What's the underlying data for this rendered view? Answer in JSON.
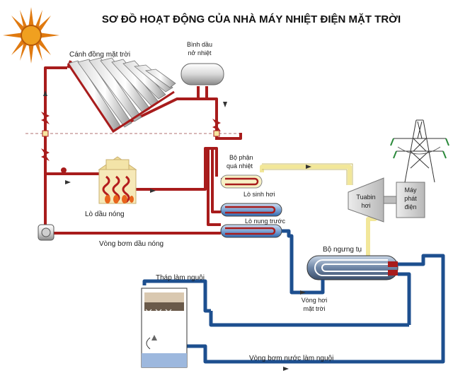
{
  "title": "SƠ ĐỒ HOẠT ĐỘNG CỦA NHÀ MÁY NHIỆT ĐIỆN MẶT TRỜI",
  "labels": {
    "solar_field": "Cánh đồng mặt trời",
    "expansion_tank_l1": "Bình dầu",
    "expansion_tank_l2": "nở nhiệt",
    "superheater_l1": "Bộ phận",
    "superheater_l2": "quá nhiệt",
    "boiler": "Lò sinh hơi",
    "preheater": "Lò nung trước",
    "oil_heater": "Lò dầu nóng",
    "oil_pump_loop": "Vòng bơm dầu nóng",
    "turbine_l1": "Tuabin",
    "turbine_l2": "hơi",
    "generator_l1": "Máy",
    "generator_l2": "phát",
    "generator_l3": "điện",
    "condenser": "Bộ ngưng tụ",
    "solar_steam_l1": "Vòng hơi",
    "solar_steam_l2": "mặt trời",
    "cooling_tower": "Tháp làm nguội",
    "cooling_loop": "Vòng bơm nước làm nguội"
  },
  "colors": {
    "oil_loop": "#a81c1c",
    "steam_line": "#f2e79a",
    "water_loop": "#1d4f8f",
    "sun": "#e07a10"
  }
}
